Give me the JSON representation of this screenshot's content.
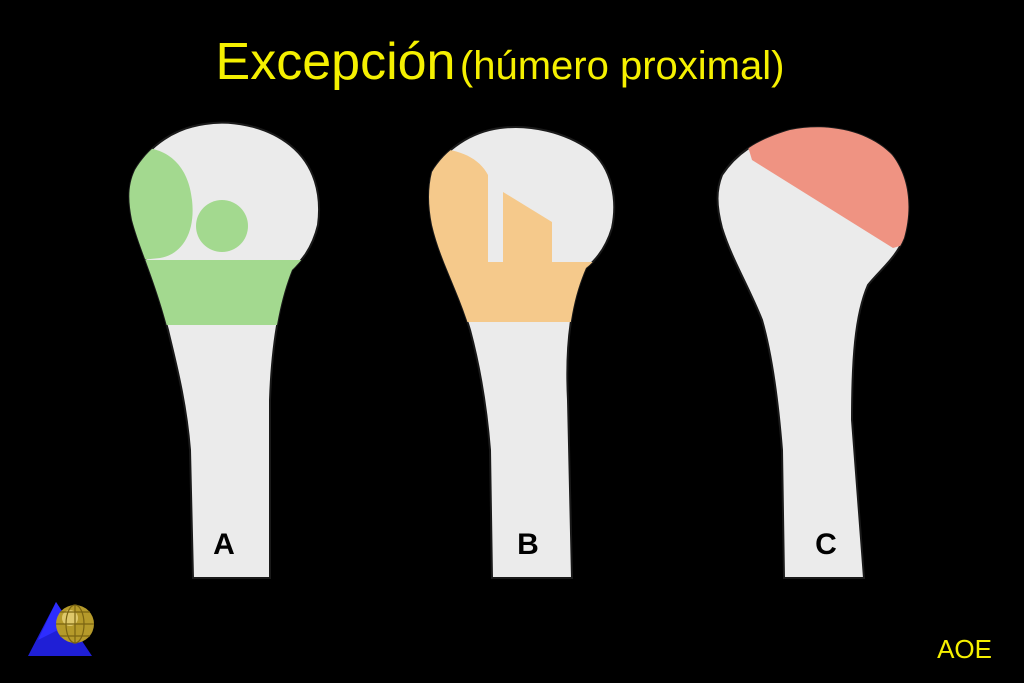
{
  "title": {
    "main": "Excepción",
    "sub": "(húmero proximal)"
  },
  "figures": [
    {
      "label": "A",
      "highlight_color": "#a3d98f"
    },
    {
      "label": "B",
      "highlight_color": "#f5c98b"
    },
    {
      "label": "C",
      "highlight_color": "#ef9382"
    }
  ],
  "footer": {
    "text": "AOE"
  },
  "colors": {
    "background": "#000000",
    "bone": "#ebebeb",
    "title": "#f5f000"
  }
}
